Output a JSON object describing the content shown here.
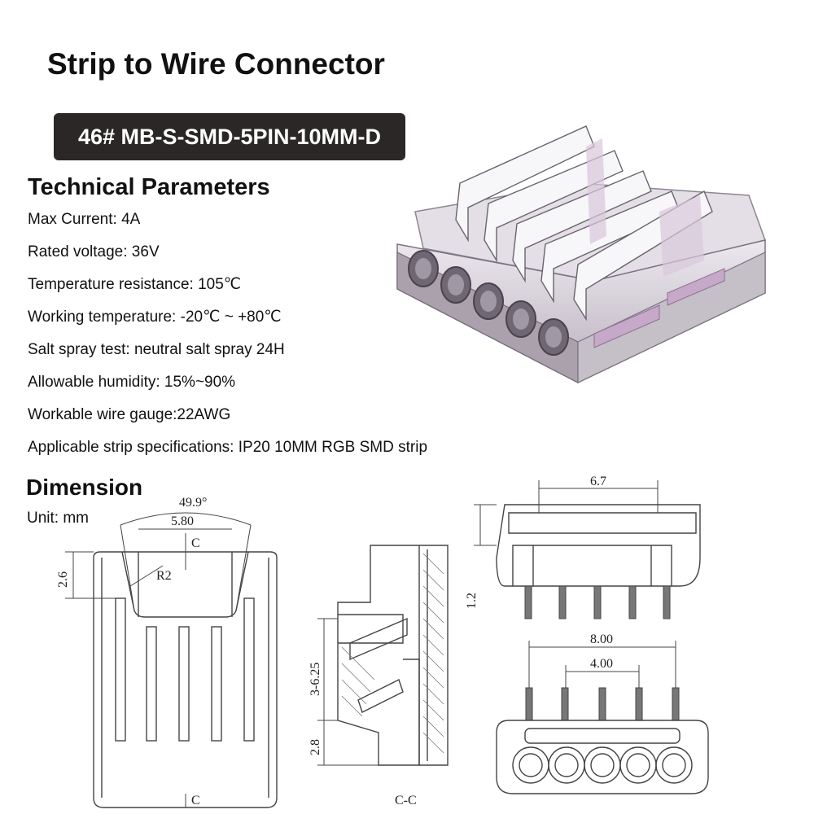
{
  "title": "Strip to Wire Connector",
  "model": "46# MB-S-SMD-5PIN-10MM-D",
  "technical": {
    "heading": "Technical Parameters",
    "params": [
      "Max Current: 4A",
      "Rated voltage: 36V",
      "Temperature resistance: 105℃",
      "Working temperature: -20℃ ~ +80℃",
      "Salt spray test: neutral salt spray 24H",
      "Allowable humidity: 15%~90%",
      "Workable wire gauge:22AWG",
      "Applicable strip specifications: IP20 10MM  RGB SMD strip"
    ]
  },
  "dimension": {
    "heading": "Dimension",
    "unit": "Unit: mm",
    "front": {
      "angle": "49.9°",
      "width": "5.80",
      "height": "2.6",
      "radius": "R2",
      "section_top": "C",
      "section_bottom": "C"
    },
    "section": {
      "range": "3-6.25",
      "base": "2.8",
      "label": "C-C"
    },
    "top_view": {
      "width": "6.7",
      "height": "1.2"
    },
    "bottom_view": {
      "outer": "8.00",
      "inner": "4.00"
    }
  },
  "colors": {
    "badge": "#2b2726",
    "connector_body": "#c9c2cc",
    "connector_tint": "#c6a9c8"
  }
}
